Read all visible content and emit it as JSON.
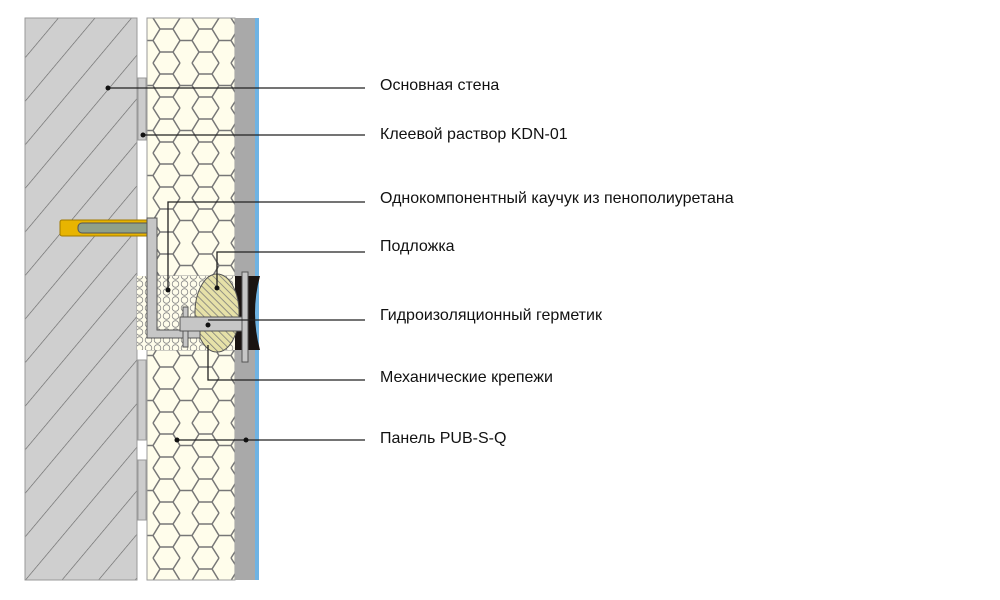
{
  "colors": {
    "wall": "#cfcfcf",
    "foam": "#fffdeb",
    "cladding": "#a9a9a9",
    "film": "#6fb3e3",
    "sealant": "#1a1412",
    "anchor": "#e8b400",
    "backing": "#e6e1a8"
  },
  "labels": [
    {
      "text": "Основная стена"
    },
    {
      "text": "Клеевой раствор KDN-01"
    },
    {
      "text": "Однокомпонентный каучук из пенополиуретана"
    },
    {
      "text": "Подложка"
    },
    {
      "text": "Гидроизоляционный герметик"
    },
    {
      "text": "Механические крепежи"
    },
    {
      "text": "Панель PUB-S-Q"
    }
  ]
}
